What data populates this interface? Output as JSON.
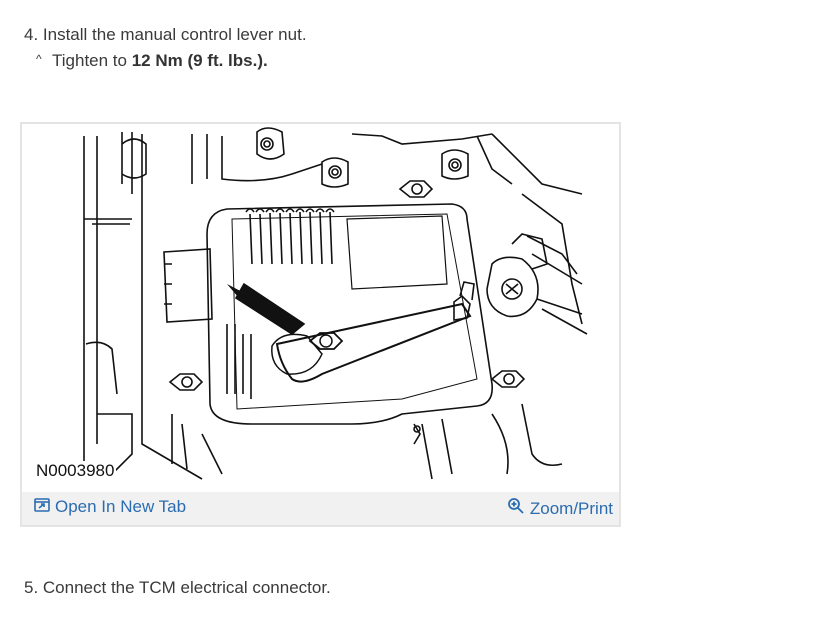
{
  "steps": [
    {
      "text": "4. Install the manual control lever nut.",
      "sub": {
        "prefix": "Tighten to ",
        "value": "12 Nm (9 ft. lbs.)."
      }
    },
    {
      "text": "5. Connect the TCM electrical connector."
    }
  ],
  "figure": {
    "code": "N0003980",
    "open_label": "Open In New Tab",
    "zoom_label": "Zoom/Print"
  },
  "icons": {
    "caret": "^",
    "open": "open-new-tab-icon",
    "zoom": "zoom-icon"
  },
  "colors": {
    "link": "#2b6cb0",
    "bar": "#f1f1f1"
  }
}
